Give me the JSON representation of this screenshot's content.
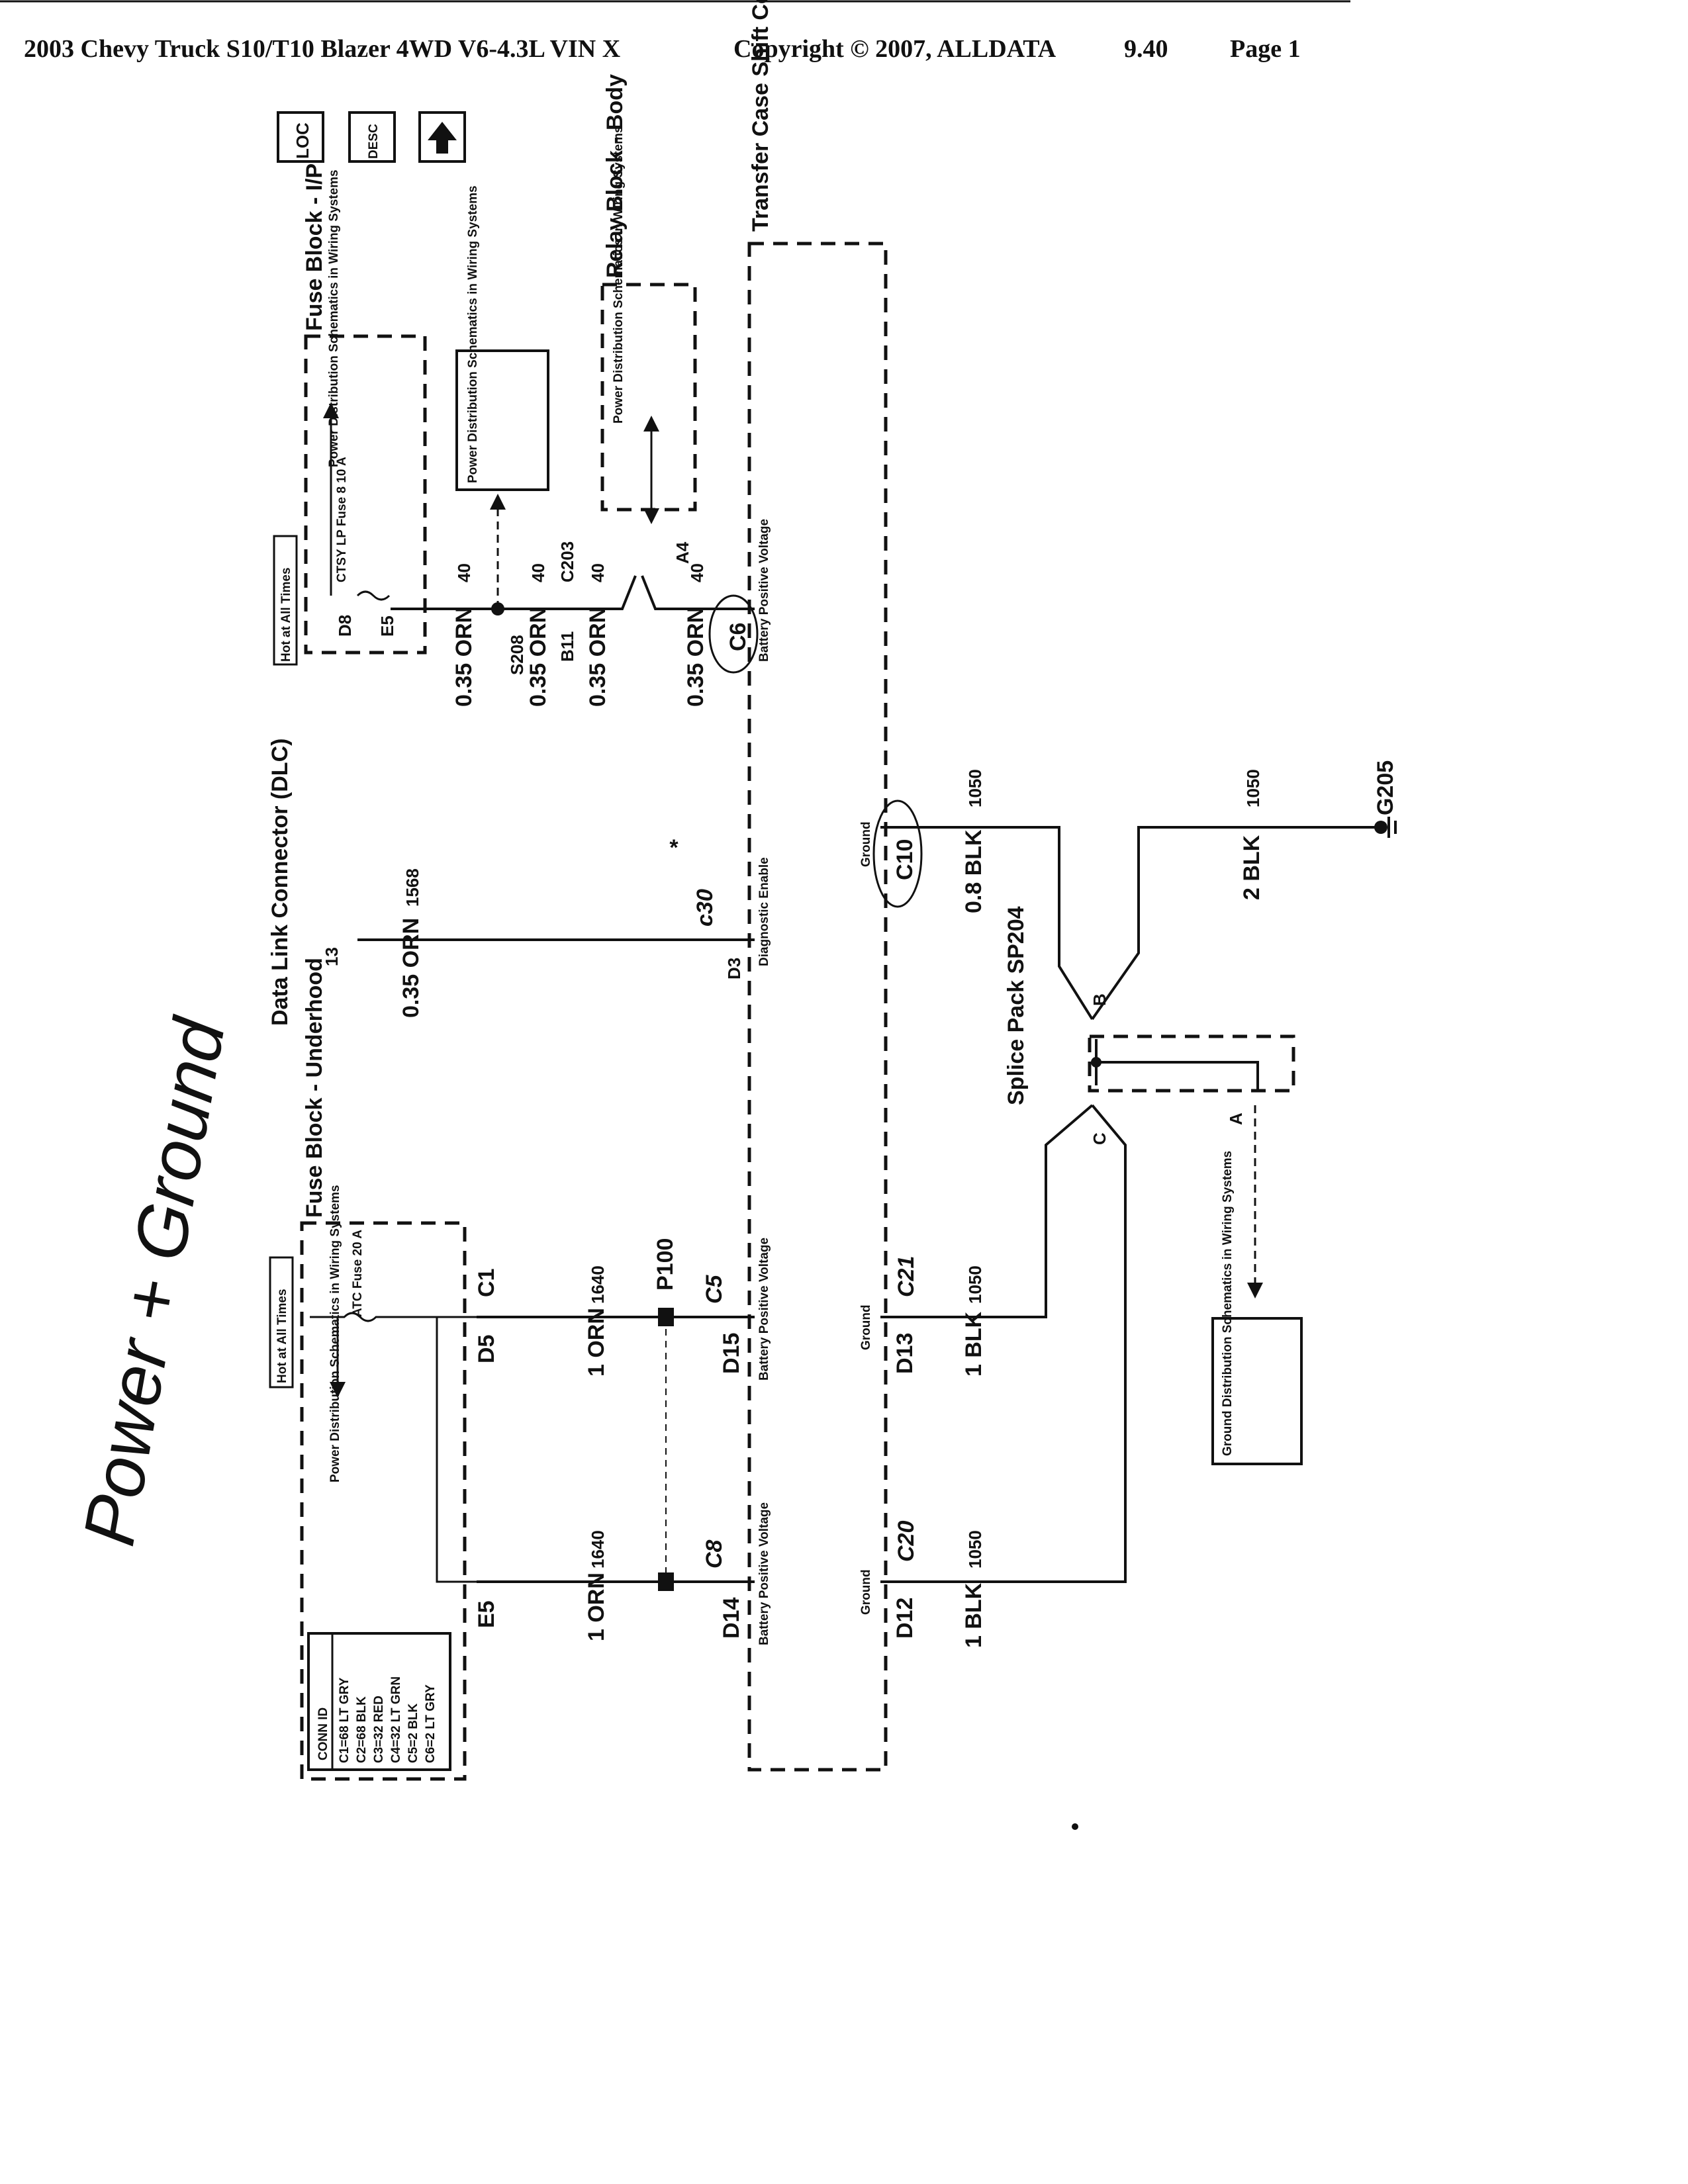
{
  "header": {
    "vehicle": "2003 Chevy Truck S10/T10 Blazer 4WD V6-4.3L VIN X",
    "copyright": "Copyright © 2007, ALLDATA",
    "version": "9.40",
    "page": "Page 1"
  },
  "nav": {
    "loc_label": "LOC",
    "desc_label": "DESC",
    "loc_icon": "loc-icon",
    "desc_icon": "desc-icon",
    "up_icon": "arrow-up-icon"
  },
  "components": {
    "fuse_block_ip": "Fuse Block - I/P",
    "fuse_block_underhood": "Fuse Block - Underhood",
    "relay_block_body": "Relay Block - Body",
    "tccm": "Transfer Case Shift Control Module",
    "dlc": "Data Link Connector (DLC)",
    "splice_pack": "Splice Pack SP204"
  },
  "labels": {
    "hot_at_all_times": "Hot at All Times",
    "power_dist": "Power Distribution Schematics in Wiring Systems",
    "ground_dist": "Ground Distribution Schematics in Wiring Systems",
    "ctsy_fuse": "CTSY LP Fuse 8 10 A",
    "atc_fuse": "ATC Fuse 20 A",
    "batt_pos_voltage": "Battery Positive Voltage",
    "diag_enable": "Diagnostic Enable",
    "ground": "Ground"
  },
  "pins": {
    "d8": "D8",
    "e5_ip": "E5",
    "s208": "S208",
    "b11": "B11",
    "c203": "C203",
    "a4": "A4",
    "c6": "C6",
    "dlc_13": "13",
    "d3": "D3",
    "c10": "C10",
    "g205": "G205",
    "splice_a": "A",
    "splice_b": "B",
    "splice_c": "C",
    "c1": "C1",
    "d5": "D5",
    "p100": "P100",
    "d15": "D15",
    "d13": "D13",
    "e5_uh": "E5",
    "d14": "D14",
    "d12": "D12"
  },
  "wires": {
    "orn035": "0.35 ORN",
    "orn1": "1 ORN",
    "blk1": "1 BLK",
    "blk08": "0.8 BLK",
    "blk2": "2 BLK",
    "c40": "40",
    "c1568": "1568",
    "c1640": "1640",
    "c1050": "1050"
  },
  "conn_id": {
    "title": "CONN ID",
    "rows": [
      "C1=68 LT GRY",
      "C2=68 BLK",
      "C3=32 RED",
      "C4=32 LT GRN",
      "C5=2 BLK",
      "C6=2 LT GRY"
    ]
  },
  "handwritten": {
    "side_note": "Power + Ground",
    "c30": "c30",
    "c5": "C5",
    "c8": "C8",
    "c21": "C21",
    "c20": "C20",
    "star": "*"
  },
  "colors": {
    "ink": "#111111",
    "paper": "#ffffff"
  }
}
